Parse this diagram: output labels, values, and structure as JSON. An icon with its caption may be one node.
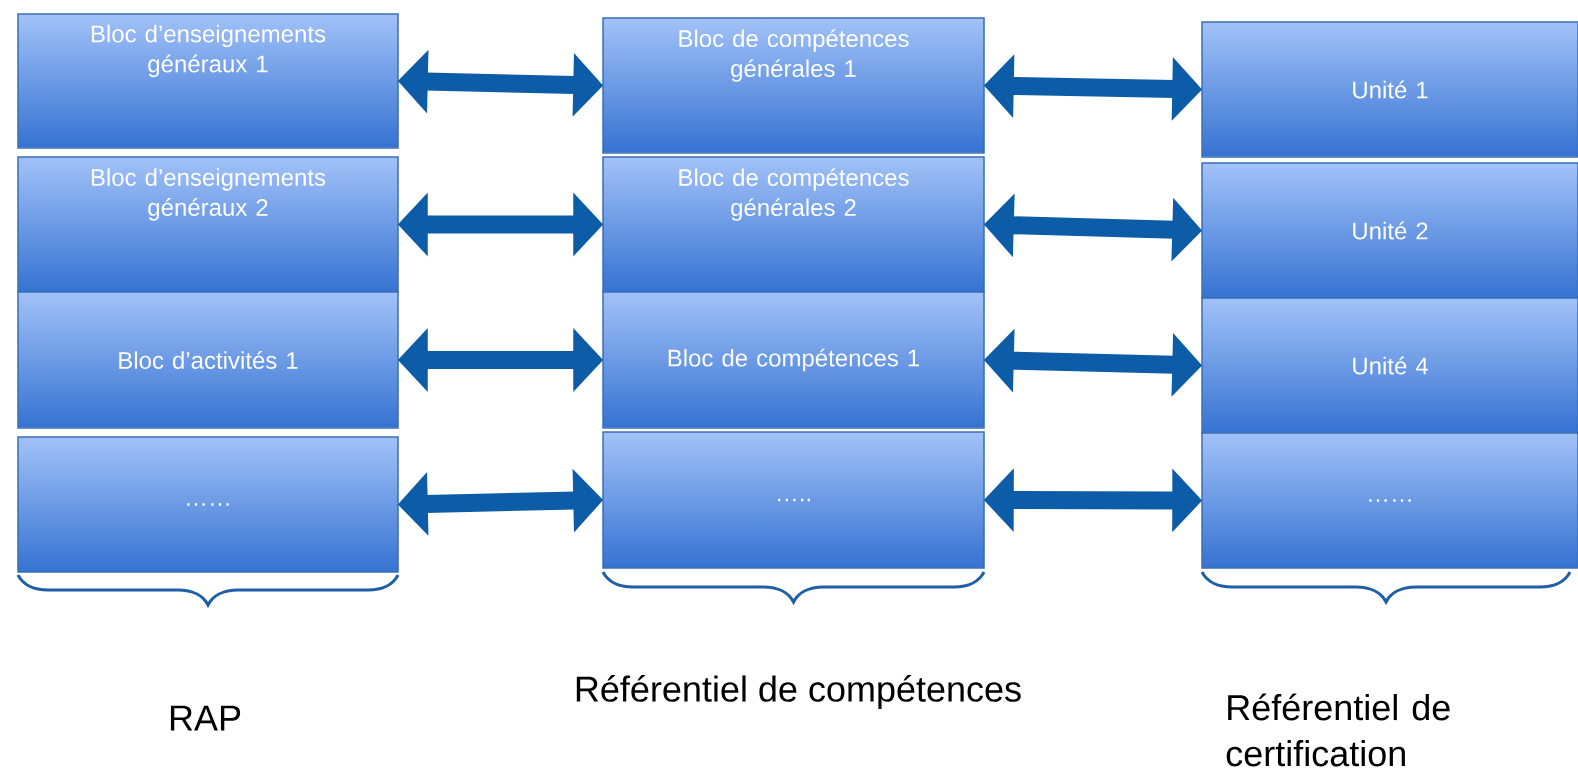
{
  "diagram": {
    "nodes": [
      {
        "text": [
          "Bloc d’enseignements généraux 1"
        ]
      },
      {
        "text": [
          "Bloc de compétences générales 1"
        ]
      },
      {
        "text": [
          "Unité 1"
        ]
      },
      {
        "text": [
          "Bloc d’enseignements généraux 2"
        ]
      },
      {
        "text": [
          "Bloc de compétences générales 2"
        ]
      },
      {
        "text": [
          "Unité 2"
        ]
      },
      {
        "text": [
          "Bloc d’activités 1"
        ]
      },
      {
        "text": [
          "Bloc de compétences 1"
        ]
      },
      {
        "text": [
          "Unité 4"
        ]
      },
      {
        "text": [
          "……"
        ]
      },
      {
        "text": [
          "….."
        ]
      },
      {
        "text": [
          "……"
        ]
      }
    ],
    "edges": [
      {
        "from": 0,
        "to": 1,
        "arrow": "both"
      },
      {
        "from": 1,
        "to": 2,
        "arrow": "both"
      },
      {
        "from": 3,
        "to": 4,
        "arrow": "both"
      },
      {
        "from": 4,
        "to": 5,
        "arrow": "both"
      },
      {
        "from": 6,
        "to": 7,
        "arrow": "both"
      },
      {
        "from": 7,
        "to": 8,
        "arrow": "both"
      },
      {
        "from": 9,
        "to": 10,
        "arrow": "both"
      },
      {
        "from": 10,
        "to": 11,
        "arrow": "both"
      }
    ],
    "labels": [
      "RAP",
      "Référentiel de compétences",
      "Référentiel de certification"
    ]
  }
}
